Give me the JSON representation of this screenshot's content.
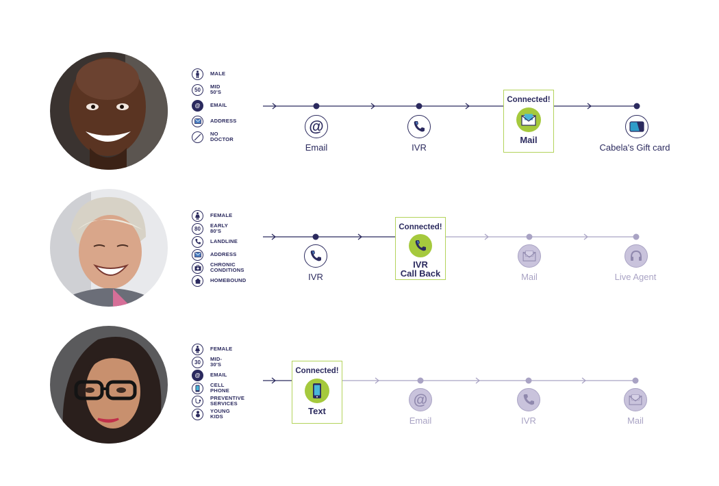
{
  "colors": {
    "navy": "#2b2a5e",
    "muted": "#a9a3c4",
    "muted_fill": "#c9c3dc",
    "green": "#a5c93d",
    "green_border": "#b3d35a"
  },
  "profiles": [
    {
      "avatar_desc": "smiling-bald-man",
      "attributes": [
        {
          "icon": "male-icon",
          "text": "MALE"
        },
        {
          "icon": "age-badge",
          "badge": "50",
          "text": "MID 50'S"
        },
        {
          "icon": "email-icon",
          "text": "EMAIL"
        },
        {
          "icon": "mail-icon",
          "text": "ADDRESS"
        },
        {
          "icon": "no-doctor-icon",
          "text": "NO DOCTOR"
        }
      ],
      "steps": [
        {
          "label": "Email",
          "icon": "email-icon"
        },
        {
          "label": "IVR",
          "icon": "phone-icon"
        },
        {
          "label": "Mail",
          "icon": "mail-icon",
          "connected": true
        },
        {
          "label": "Cabela's Gift card",
          "icon": "gift-card-icon"
        }
      ]
    },
    {
      "avatar_desc": "laughing-older-woman",
      "attributes": [
        {
          "icon": "female-icon",
          "text": "FEMALE"
        },
        {
          "icon": "age-badge",
          "badge": "80",
          "text": "EARLY 80'S"
        },
        {
          "icon": "phone-icon",
          "text": "LANDLINE"
        },
        {
          "icon": "mail-icon",
          "text": "ADDRESS"
        },
        {
          "icon": "medical-kit-icon",
          "text": "CHRONIC\nCONDITIONS"
        },
        {
          "icon": "home-icon",
          "text": "HOMEBOUND"
        }
      ],
      "steps": [
        {
          "label": "IVR",
          "icon": "phone-icon"
        },
        {
          "label": "IVR\nCall Back",
          "icon": "phone-icon",
          "connected": true
        },
        {
          "label": "Mail",
          "icon": "mail-icon",
          "muted": true
        },
        {
          "label": "Live Agent",
          "icon": "headset-icon",
          "muted": true
        }
      ]
    },
    {
      "avatar_desc": "woman-with-glasses",
      "attributes": [
        {
          "icon": "female-icon",
          "text": "FEMALE"
        },
        {
          "icon": "age-badge",
          "badge": "30",
          "text": "MID-30'S"
        },
        {
          "icon": "email-icon",
          "text": "EMAIL"
        },
        {
          "icon": "cell-phone-icon",
          "text": "CELL PHONE"
        },
        {
          "icon": "stethoscope-icon",
          "text": "PREVENTIVE\nSERVICES"
        },
        {
          "icon": "baby-icon",
          "text": "YOUNG KIDS"
        }
      ],
      "steps": [
        {
          "label": "Text",
          "icon": "cell-phone-icon",
          "connected": true
        },
        {
          "label": "Email",
          "icon": "email-icon",
          "muted": true
        },
        {
          "label": "IVR",
          "icon": "phone-icon",
          "muted": true
        },
        {
          "label": "Mail",
          "icon": "mail-icon",
          "muted": true
        }
      ]
    }
  ],
  "connected_label": "Connected!"
}
